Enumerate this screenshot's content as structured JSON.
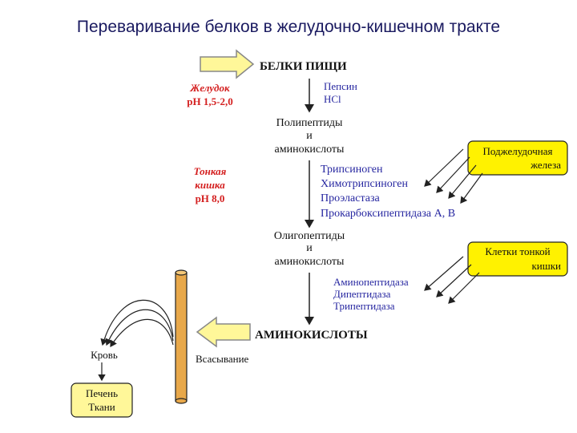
{
  "title": "Переваривание белков в желудочно-кишечном тракте",
  "colors": {
    "red": "#d42020",
    "blue": "#2626a0",
    "yellow": "#fff200",
    "arrow_fill": "#fff799",
    "tube": "#e8a84a",
    "green_box": "#fff799",
    "text": "#111111"
  },
  "nodes": {
    "food_proteins": "БЕЛКИ ПИЩИ",
    "polypeptides": [
      "Полипептиды",
      "и",
      "аминокислоты"
    ],
    "oligopeptides": [
      "Олигопептиды",
      "и",
      "аминокислоты"
    ],
    "amino_acids": "АМИНОКИСЛОТЫ"
  },
  "stomach": [
    "Желудок",
    "pH 1,5-2,0"
  ],
  "small_intestine": [
    "Тонкая",
    "кишка",
    "pH 8,0"
  ],
  "stomach_enzymes": [
    "Пепсин",
    "HCl"
  ],
  "pancreas_enzymes": [
    "Трипсиноген",
    "Химотрипсиноген",
    "Проэластаза",
    "Прокарбоксипептидаза А, В"
  ],
  "intestine_enzymes": [
    "Аминопептидаза",
    "Дипептидаза",
    "Трипептидаза"
  ],
  "pancreas_box": [
    "Поджелудочная",
    "железа"
  ],
  "intestine_cells_box": [
    "Клетки тонкой",
    "кишки"
  ],
  "absorption": "Всасывание",
  "blood": "Кровь",
  "liver_box": [
    "Печень",
    "Ткани"
  ]
}
